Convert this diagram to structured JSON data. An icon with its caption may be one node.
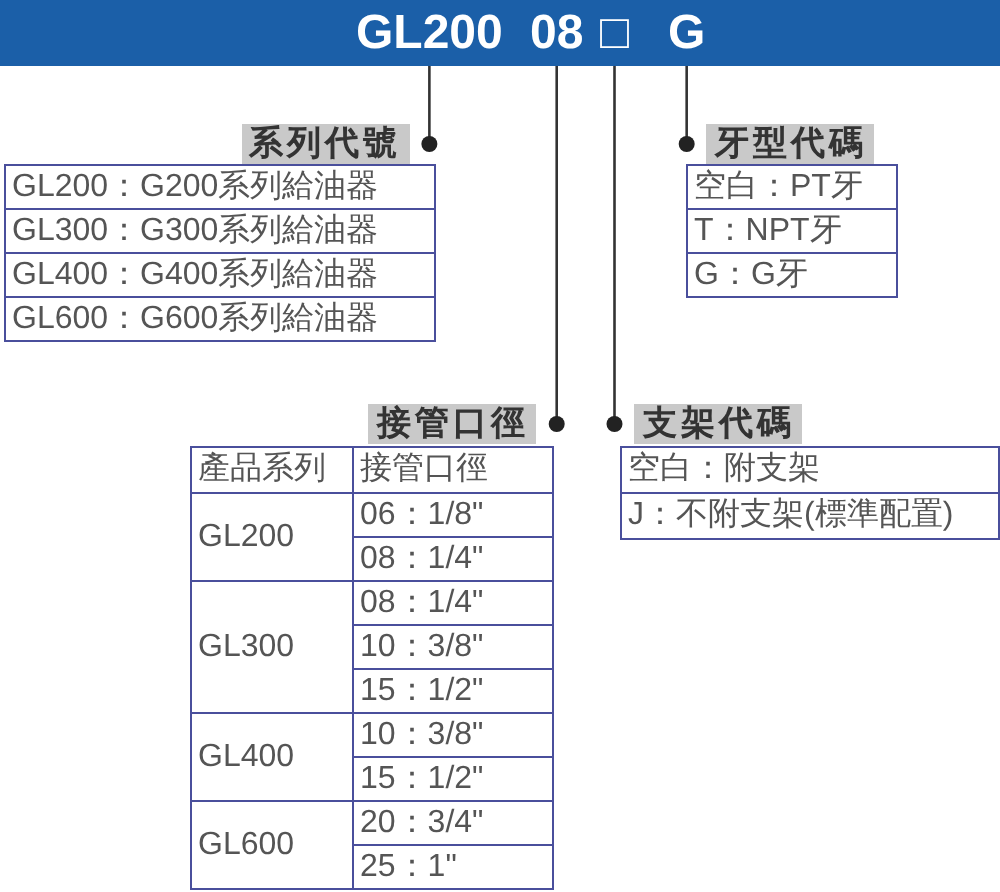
{
  "diagram": {
    "nodes": [
      {
        "text": [],
        "shape": "bar"
      },
      {
        "text": [
          "GL200"
        ],
        "in": 0
      },
      {
        "text": [
          "08"
        ],
        "in": 0
      },
      {
        "text": [
          "□"
        ],
        "in": 0
      },
      {
        "text": [
          "G"
        ],
        "in": 0
      },
      {
        "text": [
          "系列代號"
        ]
      },
      {
        "text": [
          "牙型代碼"
        ]
      },
      {
        "text": [
          "接管口徑"
        ]
      },
      {
        "text": [
          "支架代碼"
        ]
      }
    ],
    "edges": [
      {
        "from": 1,
        "to": 5,
        "arrow": "other"
      },
      {
        "from": 4,
        "to": 6,
        "arrow": "other"
      },
      {
        "from": 2,
        "to": 7,
        "arrow": "other"
      },
      {
        "from": 3,
        "to": 8,
        "arrow": "other"
      }
    ],
    "labels": [
      "GL200：G200系列給油器",
      "GL300：G300系列給油器",
      "GL400：G400系列給油器",
      "GL600：G600系列給油器",
      "空白：PT牙",
      "T：NPT牙",
      "G：G牙",
      "產品系列",
      "接管口徑",
      "GL200",
      "06：1/8\"",
      "08：1/4\"",
      "GL300",
      "08：1/4\"",
      "10：3/8\"",
      "15：1/2\"",
      "GL400",
      "10：3/8\"",
      "15：1/2\"",
      "GL600",
      "20：3/4\"",
      "25：1\"",
      "空白：附支架",
      "J：不附支架(標準配置)"
    ]
  }
}
